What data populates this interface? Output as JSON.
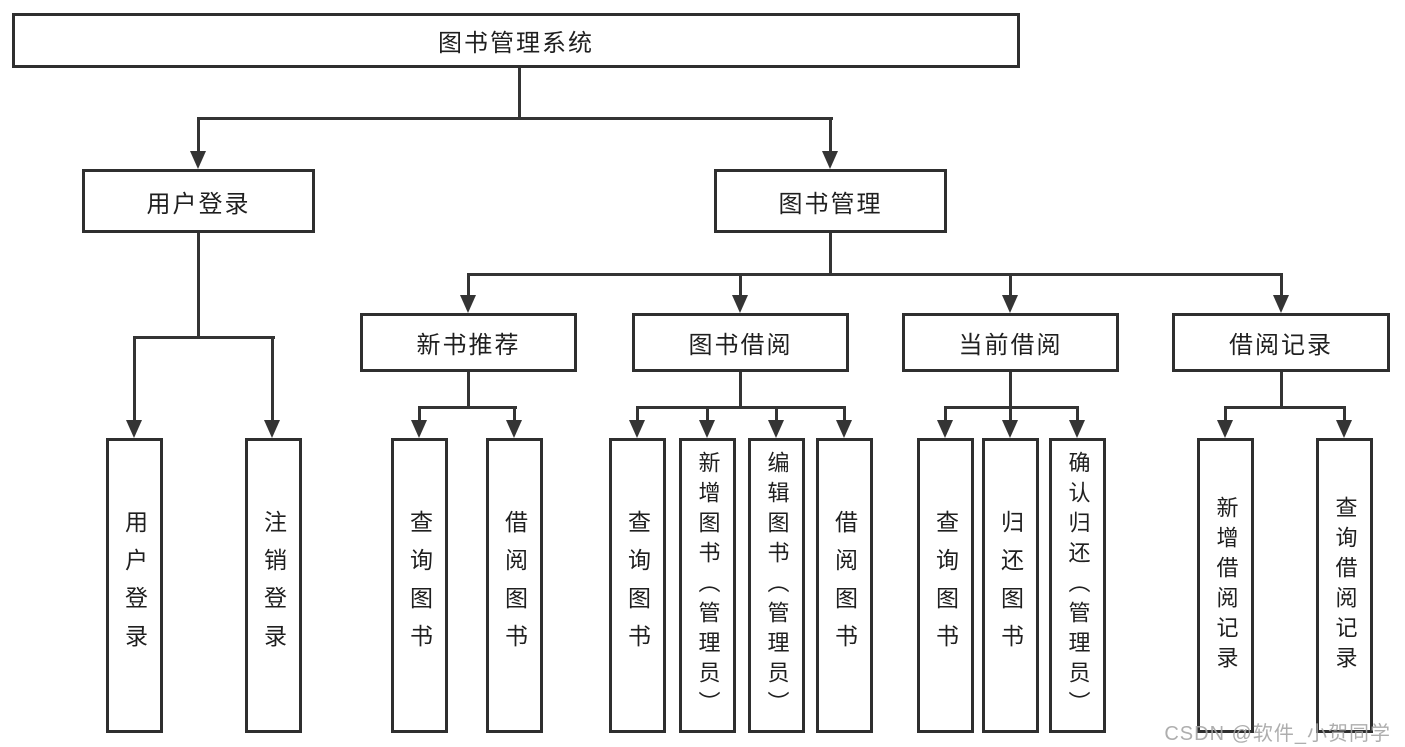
{
  "tree": {
    "root": {
      "label": "图书管理系统",
      "children": [
        {
          "label": "用户登录",
          "children": [
            {
              "label": "用户登录"
            },
            {
              "label": "注销登录"
            }
          ]
        },
        {
          "label": "图书管理",
          "children": [
            {
              "label": "新书推荐",
              "children": [
                {
                  "label": "查询图书"
                },
                {
                  "label": "借阅图书"
                }
              ]
            },
            {
              "label": "图书借阅",
              "children": [
                {
                  "label": "查询图书"
                },
                {
                  "label": "新增图书（管理员）"
                },
                {
                  "label": "编辑图书（管理员）"
                },
                {
                  "label": "借阅图书"
                }
              ]
            },
            {
              "label": "当前借阅",
              "children": [
                {
                  "label": "查询图书"
                },
                {
                  "label": "归还图书"
                },
                {
                  "label": "确认归还（管理员）"
                }
              ]
            },
            {
              "label": "借阅记录",
              "children": [
                {
                  "label": "新增借阅记录"
                },
                {
                  "label": "查询借阅记录"
                }
              ]
            }
          ]
        }
      ]
    }
  },
  "watermark": {
    "text": "CSDN @软件_小贺同学"
  },
  "colors": {
    "line": "#343434",
    "box_border": "#2f2f2f",
    "text": "#1f1f1f",
    "watermark": "#a5a5a5",
    "background": "#ffffff"
  }
}
